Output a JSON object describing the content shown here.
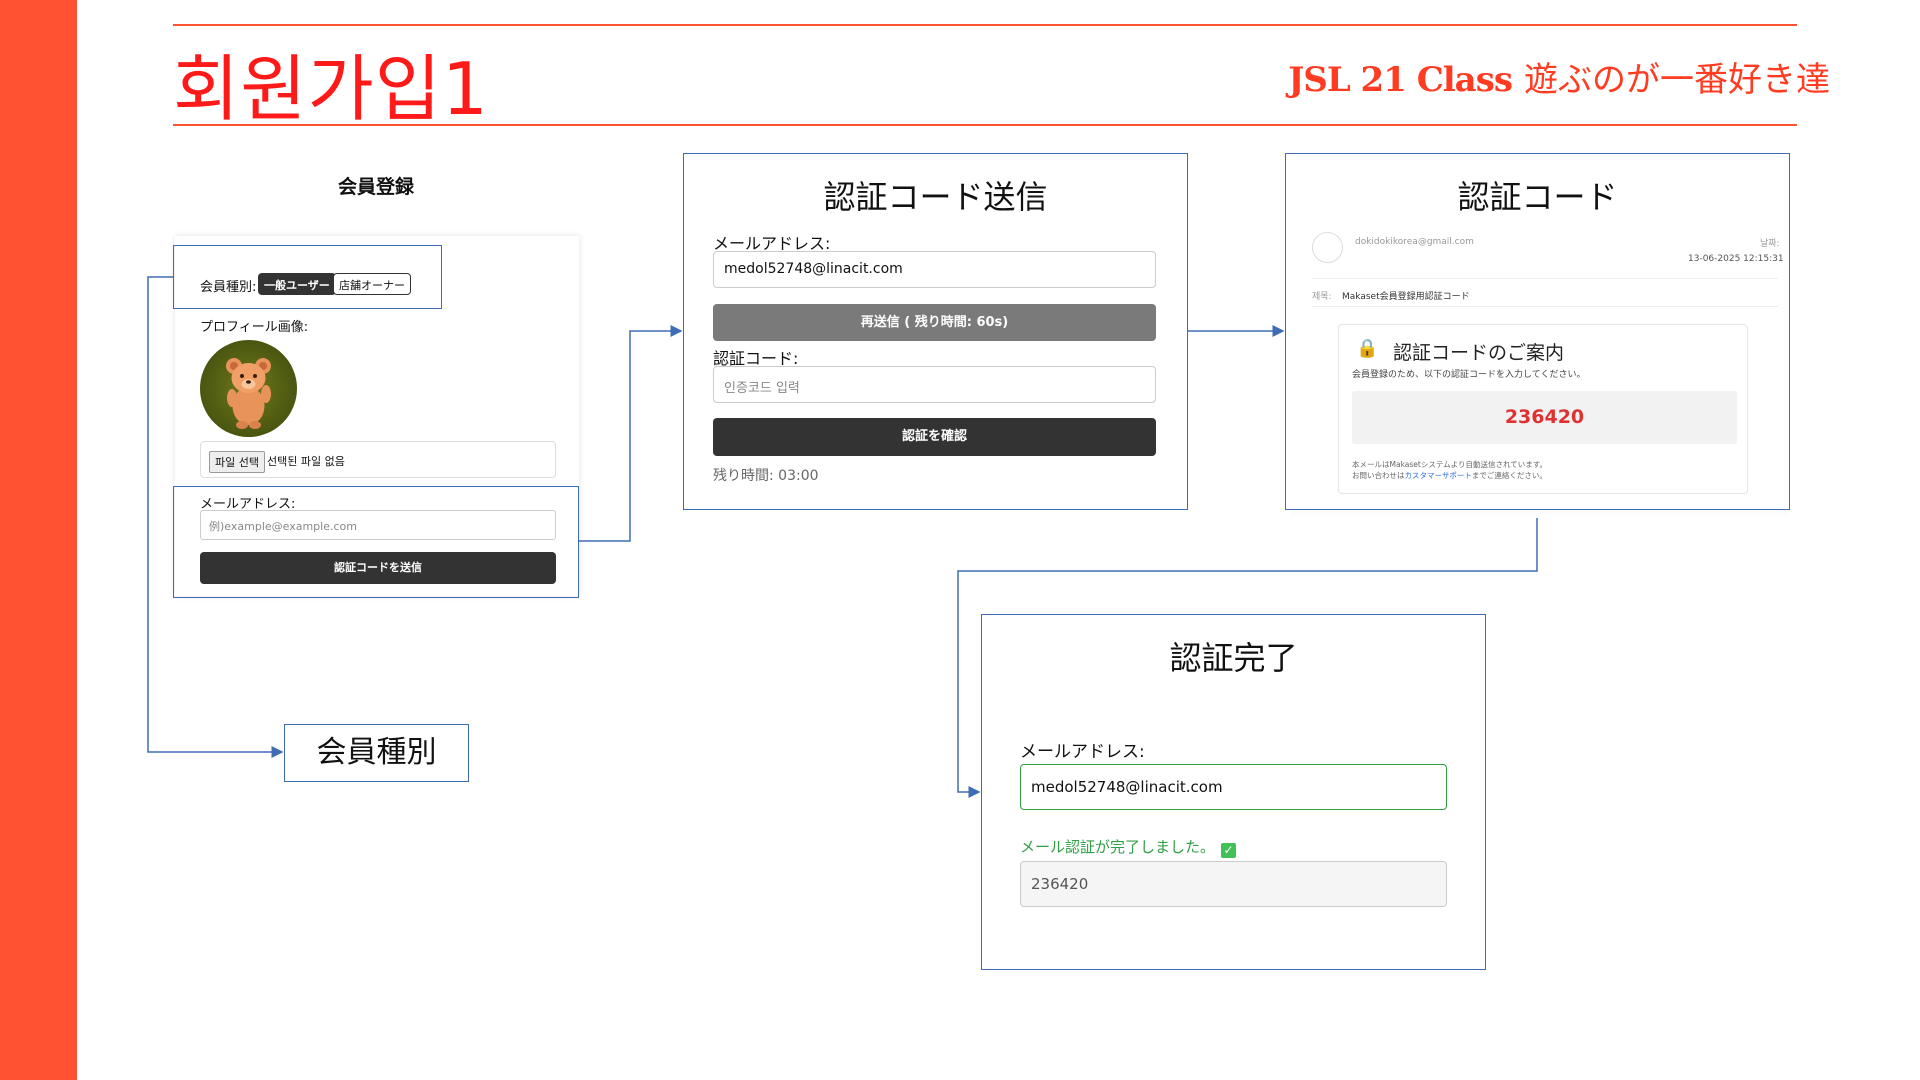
{
  "header": {
    "title": "회원가입1",
    "brand_en": "JSL 21 Class",
    "brand_jp": "遊ぶのが一番好き達"
  },
  "signup_panel": {
    "heading": "会員登録",
    "member_type_label": "会員種別:",
    "member_type_options": [
      "一般ユーザー",
      "店舗オーナー"
    ],
    "member_type_selected": "一般ユーザー",
    "profile_label": "プロフィール画像:",
    "file_button": "파일 선택",
    "file_status": "선택된 파일 없음",
    "email_label": "メールアドレス:",
    "email_placeholder": "例)example@example.com",
    "send_code_button": "認証コードを送信"
  },
  "callout": {
    "label": "会員種別"
  },
  "code_send_panel": {
    "title": "認証コード送信",
    "email_label": "メールアドレス:",
    "email_value": "medol52748@linacit.com",
    "resend_button": "再送信 ( 残り時間: 60s)",
    "code_label": "認証コード:",
    "code_placeholder": "인증코드 입력",
    "confirm_button": "認証を確認",
    "timer": "残り時間: 03:00"
  },
  "email_panel": {
    "title": "認証コード",
    "sender": "dokidokikorea@gmail.com",
    "date_label": "날짜:",
    "date": "13-06-2025 12:15:31",
    "subject_label": "제목:",
    "subject": "Makaset会員登録用認証コード",
    "card_title": "認証コードのご案内",
    "lock_icon": "🔒",
    "card_desc": "会員登録のため、以下の認証コードを入力してください。",
    "code": "236420",
    "footer_line1": "本メールはMakasetシステムより自動送信されています。",
    "footer_line2_prefix": "お問い合わせは",
    "footer_link": "カスタマーサポート",
    "footer_line2_suffix": "までご連絡ください。"
  },
  "complete_panel": {
    "title": "認証完了",
    "email_label": "メールアドレス:",
    "email_value": "medol52748@linacit.com",
    "success_message": "メール認証が完了しました。",
    "check_icon": "✓",
    "code_value": "236420"
  },
  "colors": {
    "accent": "#ff5233",
    "frame": "#3f6db5",
    "success": "#2f9e44",
    "code_red": "#e03131"
  }
}
